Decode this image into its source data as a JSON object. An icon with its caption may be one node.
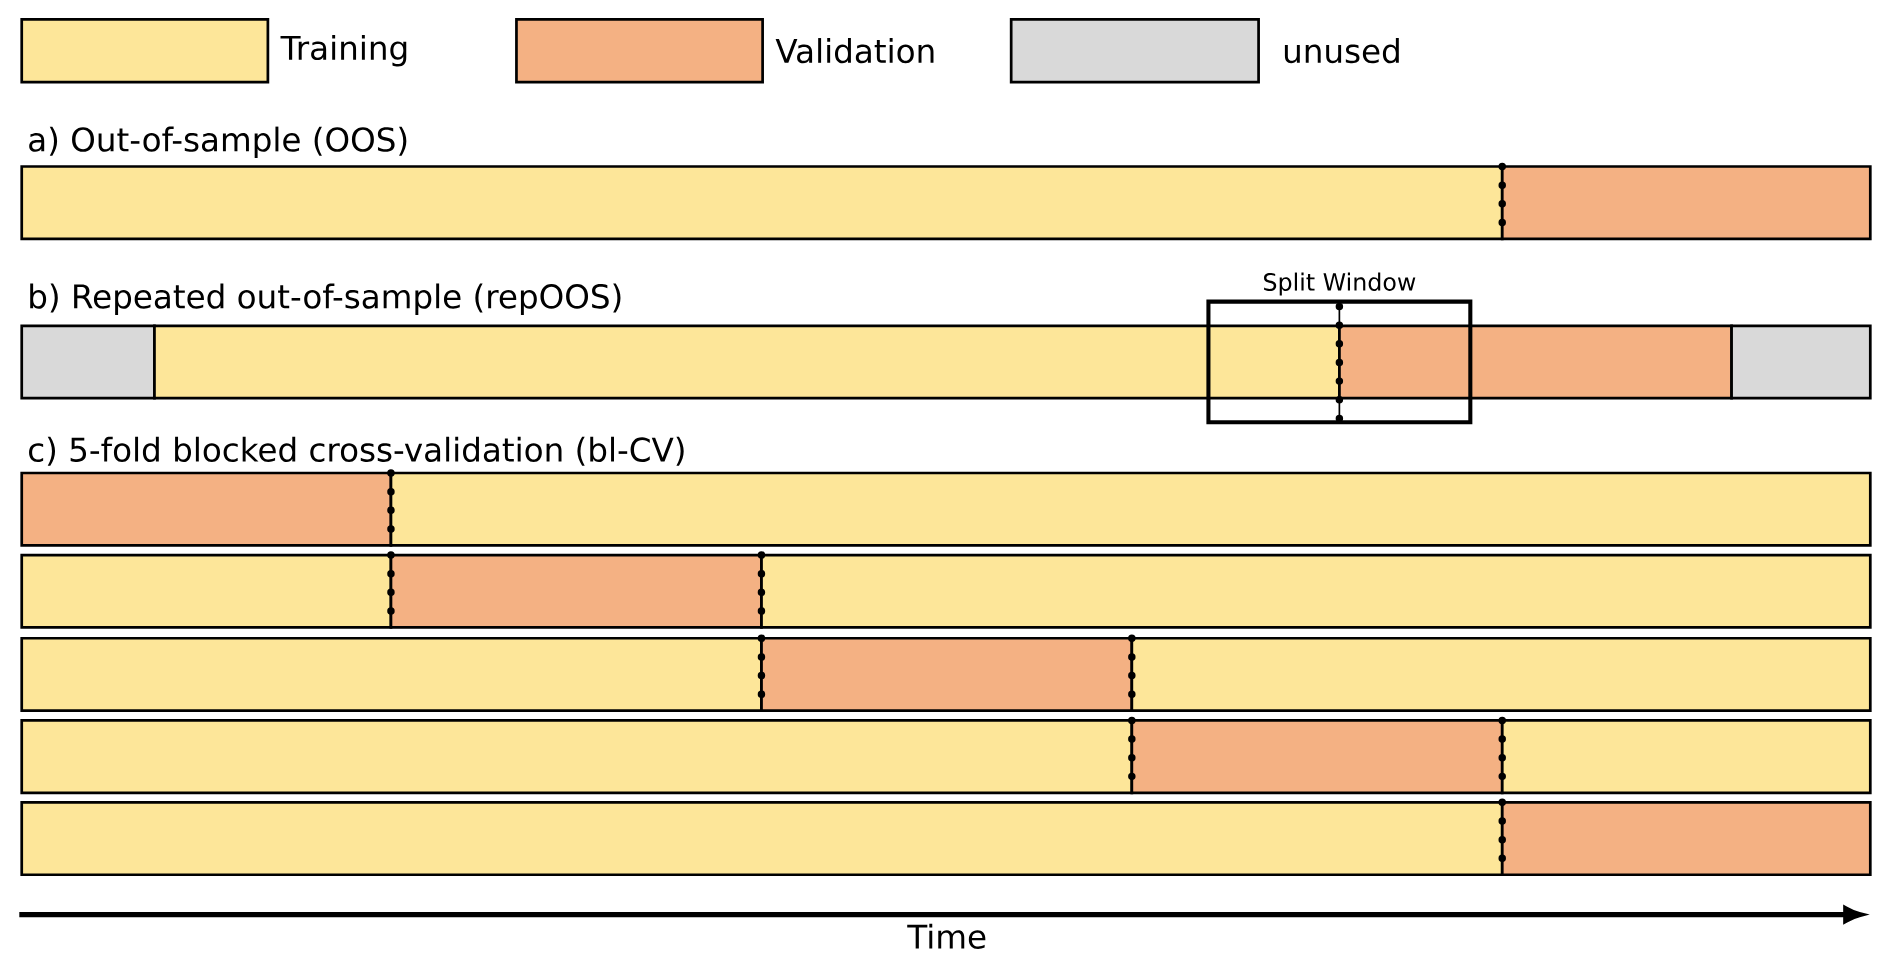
{
  "diagram": {
    "nodes": [
      {
        "text": [
          "Split Window"
        ]
      }
    ],
    "edges": [],
    "labels": [
      "a) Out-of-sample (OOS)",
      "b) Repeated out-of-sample (repOOS)",
      "c) 5-fold blocked cross-validation (bl-CV)",
      "Time"
    ],
    "legend": [
      {
        "text": "Training",
        "color": "#fde699"
      },
      {
        "text": "Validation",
        "color": "#f4b183"
      },
      {
        "text": "unused",
        "color": "#d9d9d9"
      }
    ]
  }
}
